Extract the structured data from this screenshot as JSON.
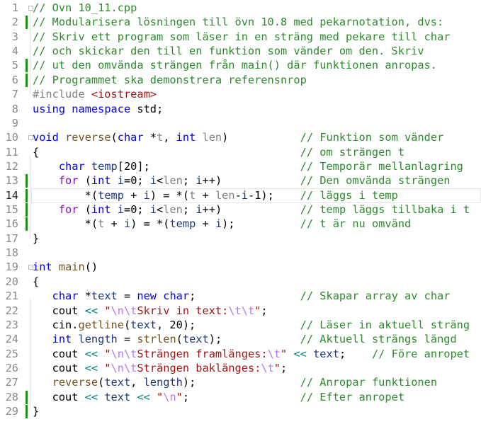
{
  "colors": {
    "comment": "#2e8b2e",
    "keyword": "#0000ff",
    "function": "#74531f",
    "string": "#a31515",
    "escape": "#b776fb",
    "change_bar": "#1e8c1e"
  },
  "current_line": 14,
  "lines": [
    {
      "n": "1",
      "fold": true,
      "tokens": [
        [
          "c",
          "// Ovn 10_11.cpp"
        ]
      ]
    },
    {
      "n": "2",
      "changed": true,
      "tokens": [
        [
          "c",
          "// Modularisera lösningen till övn 10.8 med pekarnotation, dvs:"
        ]
      ]
    },
    {
      "n": "3",
      "tokens": [
        [
          "c",
          "// Skriv ett program som läser in en sträng med pekare till char"
        ]
      ]
    },
    {
      "n": "4",
      "tokens": [
        [
          "c",
          "// och skickar den till en funktion som vänder om den. Skriv"
        ]
      ]
    },
    {
      "n": "5",
      "changed": true,
      "tokens": [
        [
          "c",
          "// ut den omvända strängen från main() där funktionen anropas."
        ]
      ]
    },
    {
      "n": "6",
      "changed": true,
      "tokens": [
        [
          "c",
          "// Programmet ska demonstrera referensnrop"
        ]
      ]
    },
    {
      "n": "7",
      "tokens": [
        [
          "pp",
          "#include "
        ],
        [
          "inc",
          "<iostream>"
        ]
      ]
    },
    {
      "n": "8",
      "tokens": [
        [
          "k",
          "using"
        ],
        [
          "t",
          " "
        ],
        [
          "k",
          "namespace"
        ],
        [
          "t",
          " std;"
        ]
      ]
    },
    {
      "n": "9",
      "tokens": []
    },
    {
      "n": "10",
      "fold": true,
      "tokens": [
        [
          "k",
          "void"
        ],
        [
          "t",
          " "
        ],
        [
          "f",
          "reverse"
        ],
        [
          "t",
          "("
        ],
        [
          "k",
          "char"
        ],
        [
          "t",
          " *"
        ],
        [
          "p",
          "t"
        ],
        [
          "t",
          ", "
        ],
        [
          "k",
          "int"
        ],
        [
          "t",
          " "
        ],
        [
          "p",
          "len"
        ],
        [
          "t",
          ")           "
        ],
        [
          "c",
          "// Funktion som vänder"
        ]
      ]
    },
    {
      "n": "11",
      "tokens": [
        [
          "t",
          "{                                        "
        ],
        [
          "c",
          "// om strängen t"
        ]
      ]
    },
    {
      "n": "12",
      "tokens": [
        [
          "t",
          "    "
        ],
        [
          "k",
          "char"
        ],
        [
          "t",
          " "
        ],
        [
          "v",
          "temp"
        ],
        [
          "t",
          "[20];                       "
        ],
        [
          "c",
          "// Temporär mellanlagring"
        ]
      ]
    },
    {
      "n": "13",
      "changed": true,
      "tokens": [
        [
          "t",
          "    "
        ],
        [
          "ctrl",
          "for"
        ],
        [
          "t",
          " ("
        ],
        [
          "k",
          "int"
        ],
        [
          "t",
          " "
        ],
        [
          "v",
          "i"
        ],
        [
          "t",
          "=0; "
        ],
        [
          "v",
          "i"
        ],
        [
          "t",
          "<"
        ],
        [
          "p",
          "len"
        ],
        [
          "t",
          "; "
        ],
        [
          "v",
          "i"
        ],
        [
          "t",
          "++)            "
        ],
        [
          "c",
          "// Den omvända strängen"
        ]
      ]
    },
    {
      "n": "14",
      "changed": true,
      "tokens": [
        [
          "t",
          "        *("
        ],
        [
          "v",
          "temp"
        ],
        [
          "t",
          " + "
        ],
        [
          "v",
          "i"
        ],
        [
          "t",
          ") = *("
        ],
        [
          "p",
          "t"
        ],
        [
          "t",
          " + "
        ],
        [
          "p",
          "len"
        ],
        [
          "t",
          "-"
        ],
        [
          "v",
          "i"
        ],
        [
          "t",
          "-1);    "
        ],
        [
          "c",
          "// läggs i temp"
        ]
      ]
    },
    {
      "n": "15",
      "changed": true,
      "tokens": [
        [
          "t",
          "    "
        ],
        [
          "ctrl",
          "for"
        ],
        [
          "t",
          " ("
        ],
        [
          "k",
          "int"
        ],
        [
          "t",
          " "
        ],
        [
          "v",
          "i"
        ],
        [
          "t",
          "=0; "
        ],
        [
          "v",
          "i"
        ],
        [
          "t",
          "<"
        ],
        [
          "p",
          "len"
        ],
        [
          "t",
          "; "
        ],
        [
          "v",
          "i"
        ],
        [
          "t",
          "++)            "
        ],
        [
          "c",
          "// temp läggs tillbaka i t"
        ]
      ]
    },
    {
      "n": "16",
      "changed": true,
      "tokens": [
        [
          "t",
          "        *("
        ],
        [
          "p",
          "t"
        ],
        [
          "t",
          " + "
        ],
        [
          "v",
          "i"
        ],
        [
          "t",
          ") = *("
        ],
        [
          "v",
          "temp"
        ],
        [
          "t",
          " + "
        ],
        [
          "v",
          "i"
        ],
        [
          "t",
          ");          "
        ],
        [
          "c",
          "// t är nu omvänd"
        ]
      ]
    },
    {
      "n": "17",
      "tokens": [
        [
          "t",
          "}"
        ]
      ]
    },
    {
      "n": "18",
      "tokens": []
    },
    {
      "n": "19",
      "fold": true,
      "tokens": [
        [
          "k",
          "int"
        ],
        [
          "t",
          " "
        ],
        [
          "f",
          "main"
        ],
        [
          "t",
          "()"
        ]
      ]
    },
    {
      "n": "20",
      "tokens": [
        [
          "t",
          "{"
        ]
      ]
    },
    {
      "n": "21",
      "tokens": [
        [
          "t",
          "   "
        ],
        [
          "k",
          "char"
        ],
        [
          "t",
          " *"
        ],
        [
          "v",
          "text"
        ],
        [
          "t",
          " = "
        ],
        [
          "k",
          "new"
        ],
        [
          "t",
          " "
        ],
        [
          "k",
          "char"
        ],
        [
          "t",
          ";                "
        ],
        [
          "c",
          "// Skapar array av char"
        ]
      ]
    },
    {
      "n": "22",
      "tokens": [
        [
          "t",
          "   cout "
        ],
        [
          "o",
          "<<"
        ],
        [
          "t",
          " "
        ],
        [
          "s",
          "\""
        ],
        [
          "e",
          "\\n\\t"
        ],
        [
          "s",
          "Skriv in text:"
        ],
        [
          "e",
          "\\t\\t"
        ],
        [
          "s",
          "\""
        ],
        [
          "t",
          ";"
        ]
      ]
    },
    {
      "n": "23",
      "tokens": [
        [
          "t",
          "   cin."
        ],
        [
          "f",
          "getline"
        ],
        [
          "t",
          "("
        ],
        [
          "v",
          "text"
        ],
        [
          "t",
          ", 20);                "
        ],
        [
          "c",
          "// Läser in aktuell sträng"
        ]
      ]
    },
    {
      "n": "24",
      "tokens": [
        [
          "t",
          "   "
        ],
        [
          "k",
          "int"
        ],
        [
          "t",
          " "
        ],
        [
          "v",
          "length"
        ],
        [
          "t",
          " = "
        ],
        [
          "f",
          "strlen"
        ],
        [
          "t",
          "("
        ],
        [
          "v",
          "text"
        ],
        [
          "t",
          ");            "
        ],
        [
          "c",
          "// Aktuell strängs längd"
        ]
      ]
    },
    {
      "n": "25",
      "tokens": [
        [
          "t",
          "   cout "
        ],
        [
          "o",
          "<<"
        ],
        [
          "t",
          " "
        ],
        [
          "s",
          "\""
        ],
        [
          "e",
          "\\n\\t"
        ],
        [
          "s",
          "Strängen framlänges:"
        ],
        [
          "e",
          "\\t"
        ],
        [
          "s",
          "\""
        ],
        [
          "t",
          " "
        ],
        [
          "o",
          "<<"
        ],
        [
          "t",
          " "
        ],
        [
          "v",
          "text"
        ],
        [
          "t",
          ";    "
        ],
        [
          "c",
          "// Före anropet"
        ]
      ]
    },
    {
      "n": "26",
      "tokens": [
        [
          "t",
          "   cout "
        ],
        [
          "o",
          "<<"
        ],
        [
          "t",
          " "
        ],
        [
          "s",
          "\""
        ],
        [
          "e",
          "\\n\\t"
        ],
        [
          "s",
          "Strängen baklänges:"
        ],
        [
          "e",
          "\\t"
        ],
        [
          "s",
          "\""
        ],
        [
          "t",
          ";"
        ]
      ]
    },
    {
      "n": "27",
      "tokens": [
        [
          "t",
          "   "
        ],
        [
          "f",
          "reverse"
        ],
        [
          "t",
          "("
        ],
        [
          "v",
          "text"
        ],
        [
          "t",
          ", "
        ],
        [
          "v",
          "length"
        ],
        [
          "t",
          ");                "
        ],
        [
          "c",
          "// Anropar funktionen"
        ]
      ]
    },
    {
      "n": "28",
      "changed": true,
      "tokens": [
        [
          "t",
          "   cout "
        ],
        [
          "o",
          "<<"
        ],
        [
          "t",
          " "
        ],
        [
          "v",
          "text"
        ],
        [
          "t",
          " "
        ],
        [
          "o",
          "<<"
        ],
        [
          "t",
          " "
        ],
        [
          "s",
          "\""
        ],
        [
          "e",
          "\\n"
        ],
        [
          "s",
          "\""
        ],
        [
          "t",
          ";                 "
        ],
        [
          "c",
          "// Efter anropet"
        ]
      ]
    },
    {
      "n": "29",
      "changed": true,
      "tokens": [
        [
          "t",
          "}"
        ]
      ]
    }
  ]
}
